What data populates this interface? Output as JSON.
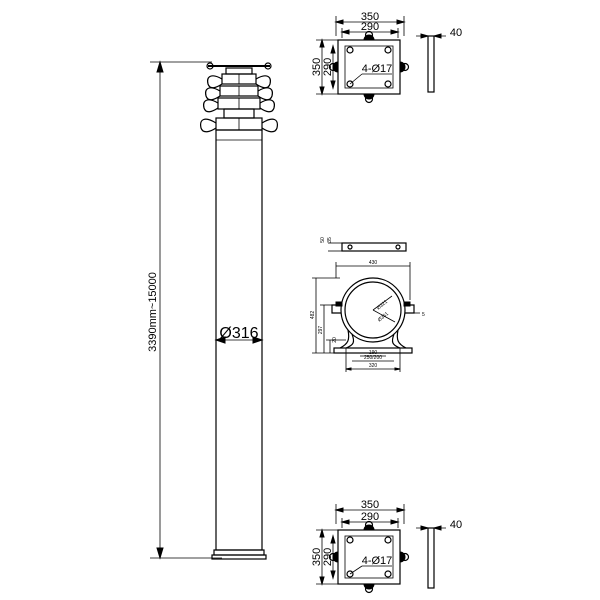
{
  "mast": {
    "height_label": "3390mm~15000",
    "diameter_label": "Ø316"
  },
  "top_plate": {
    "width_outer": "350",
    "width_inner": "290",
    "height_outer": "350",
    "height_inner": "290",
    "hole_label": "4-Ø17",
    "thickness_label": "40"
  },
  "bottom_plate": {
    "width_outer": "350",
    "width_inner": "290",
    "height_outer": "350",
    "height_inner": "290",
    "hole_label": "4-Ø17",
    "thickness_label": "40"
  },
  "clamp": {
    "top_width": "430",
    "height": "482",
    "inner_height": "297",
    "base_height": "20",
    "dia_inner": "Ø321",
    "dia_outer": "Ø361",
    "bolt_span": "190",
    "bolt_detail": "250/200",
    "base_width": "320",
    "side_a": "5",
    "flat_h1": "50",
    "flat_h2": "35"
  }
}
